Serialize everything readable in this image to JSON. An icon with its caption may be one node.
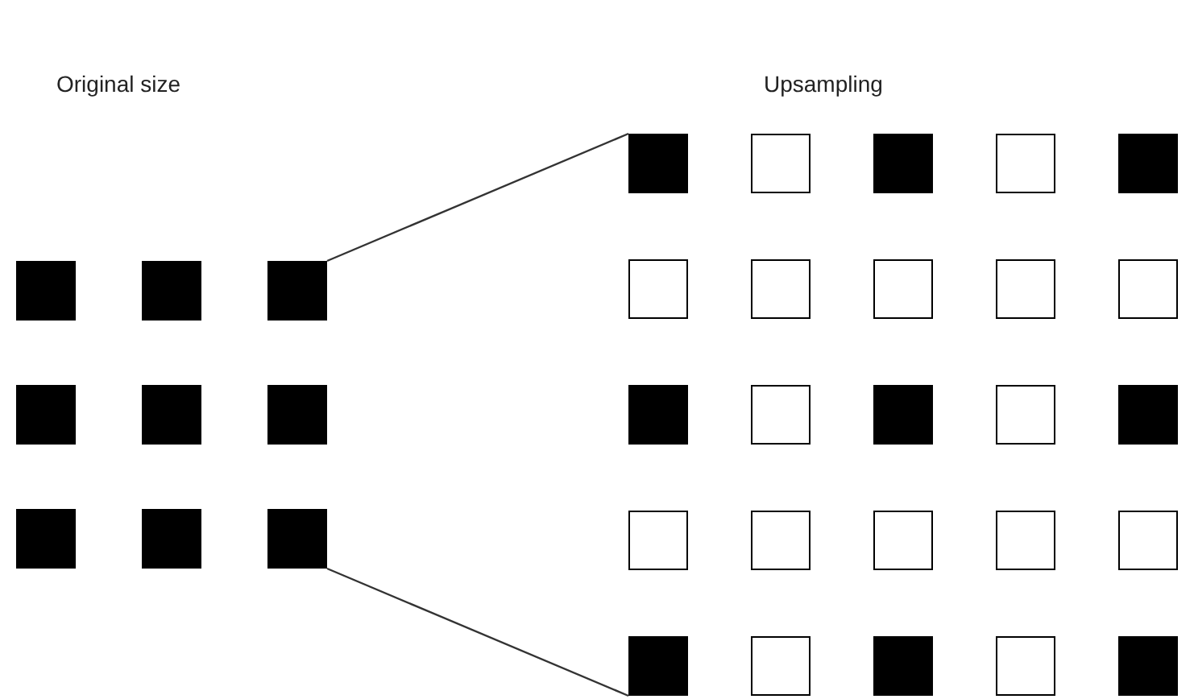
{
  "diagram": {
    "nodes": [
      {
        "text": [],
        "shape": "box"
      },
      {
        "text": [],
        "shape": "box"
      },
      {
        "text": [],
        "shape": "box"
      },
      {
        "text": [],
        "shape": "box"
      },
      {
        "text": [],
        "shape": "box"
      },
      {
        "text": [],
        "shape": "box"
      },
      {
        "text": [],
        "shape": "box"
      },
      {
        "text": [],
        "shape": "box"
      },
      {
        "text": [],
        "shape": "box"
      },
      {
        "text": [],
        "shape": "box"
      },
      {
        "text": [],
        "shape": "box"
      },
      {
        "text": [],
        "shape": "box"
      },
      {
        "text": [],
        "shape": "box"
      },
      {
        "text": [],
        "shape": "box"
      },
      {
        "text": [],
        "shape": "box"
      },
      {
        "text": [],
        "shape": "box"
      },
      {
        "text": [],
        "shape": "box"
      },
      {
        "text": [],
        "shape": "box"
      },
      {
        "text": [],
        "shape": "box"
      },
      {
        "text": [],
        "shape": "box"
      },
      {
        "text": [],
        "shape": "box"
      },
      {
        "text": [],
        "shape": "box"
      },
      {
        "text": [],
        "shape": "box"
      },
      {
        "text": [],
        "shape": "box"
      },
      {
        "text": [],
        "shape": "box"
      },
      {
        "text": [],
        "shape": "box"
      },
      {
        "text": [],
        "shape": "box"
      },
      {
        "text": [],
        "shape": "box"
      },
      {
        "text": [],
        "shape": "box"
      },
      {
        "text": [],
        "shape": "box"
      },
      {
        "text": [],
        "shape": "box"
      },
      {
        "text": [],
        "shape": "box"
      },
      {
        "text": [],
        "shape": "box"
      },
      {
        "text": [],
        "shape": "box"
      }
    ],
    "edges": [
      {
        "from": 2,
        "to": 9,
        "arrow": "none"
      },
      {
        "from": 8,
        "to": 29,
        "arrow": "none"
      }
    ],
    "labels": [
      "Original size",
      "Upsampling"
    ]
  }
}
